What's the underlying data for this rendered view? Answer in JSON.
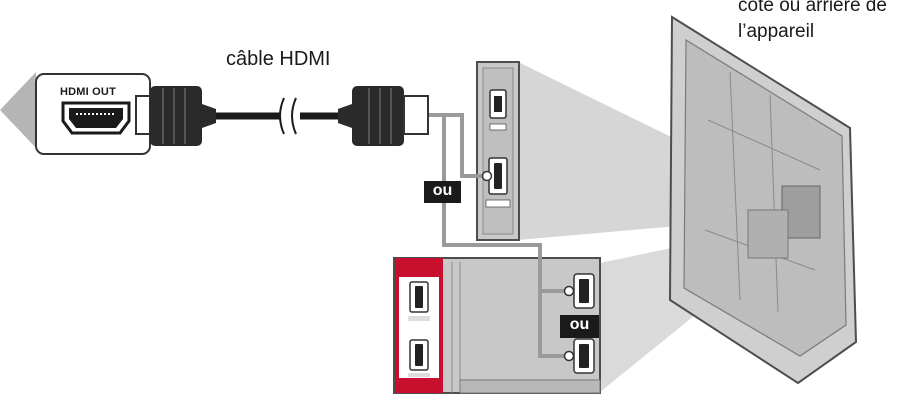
{
  "source_device": {
    "port_label": "HDMI OUT"
  },
  "cable": {
    "label": "câble HDMI"
  },
  "device": {
    "location_label_line1": "côté ou arrière de",
    "location_label_line2": "l’appareil"
  },
  "connector_choices": [
    {
      "text": "ou"
    },
    {
      "text": "ou"
    }
  ],
  "colors": {
    "panel_fill": "#cfcfcf",
    "panel_stroke": "#4d4d4d",
    "highlight_red": "#c8102e",
    "cable_black": "#1a1a1a",
    "wire_gray": "#9a9a9a",
    "badge_bg": "#1a1a1a"
  }
}
